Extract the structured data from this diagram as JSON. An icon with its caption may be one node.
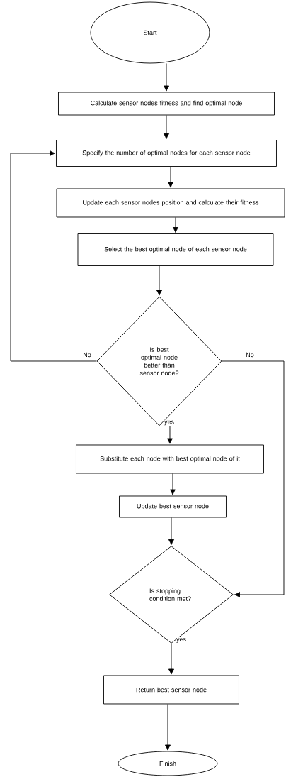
{
  "diagram": {
    "nodes": [
      {
        "text": [
          "Start"
        ]
      },
      {
        "text": [
          "Calculate sensor nodes fitness and find optimal node"
        ]
      },
      {
        "text": [
          "Specify the number of optimal nodes for each sensor node"
        ]
      },
      {
        "text": [
          "Update each sensor nodes position and calculate their fitness"
        ]
      },
      {
        "text": [
          "Select the best optimal node of each sensor node"
        ]
      },
      {
        "text": [
          "Is best optimal node better than sensor node?"
        ]
      },
      {
        "text": [
          "Substitute each node with best optimal node of it"
        ]
      },
      {
        "text": [
          "Update best sensor node"
        ]
      },
      {
        "text": [
          "Is stopping condition met?"
        ]
      },
      {
        "text": [
          "Return best sensor node"
        ]
      },
      {
        "text": [
          "Finish"
        ]
      }
    ],
    "edges": [
      {
        "from": 0,
        "to": 1,
        "arrow": "to"
      },
      {
        "from": 1,
        "to": 2,
        "arrow": "to"
      },
      {
        "from": 2,
        "to": 3,
        "arrow": "to"
      },
      {
        "from": 3,
        "to": 4,
        "arrow": "to"
      },
      {
        "from": 4,
        "to": 5,
        "arrow": "to"
      },
      {
        "from": 5,
        "to": 2,
        "arrow": "to",
        "label": "No"
      },
      {
        "from": 5,
        "to": 8,
        "arrow": "to",
        "label": "No"
      },
      {
        "from": 5,
        "to": 6,
        "arrow": "to",
        "label": "yes"
      },
      {
        "from": 6,
        "to": 7,
        "arrow": "to"
      },
      {
        "from": 7,
        "to": 8,
        "arrow": "to"
      },
      {
        "from": 8,
        "to": 9,
        "arrow": "to",
        "label": "yes"
      },
      {
        "from": 9,
        "to": 10,
        "arrow": "to"
      }
    ]
  }
}
